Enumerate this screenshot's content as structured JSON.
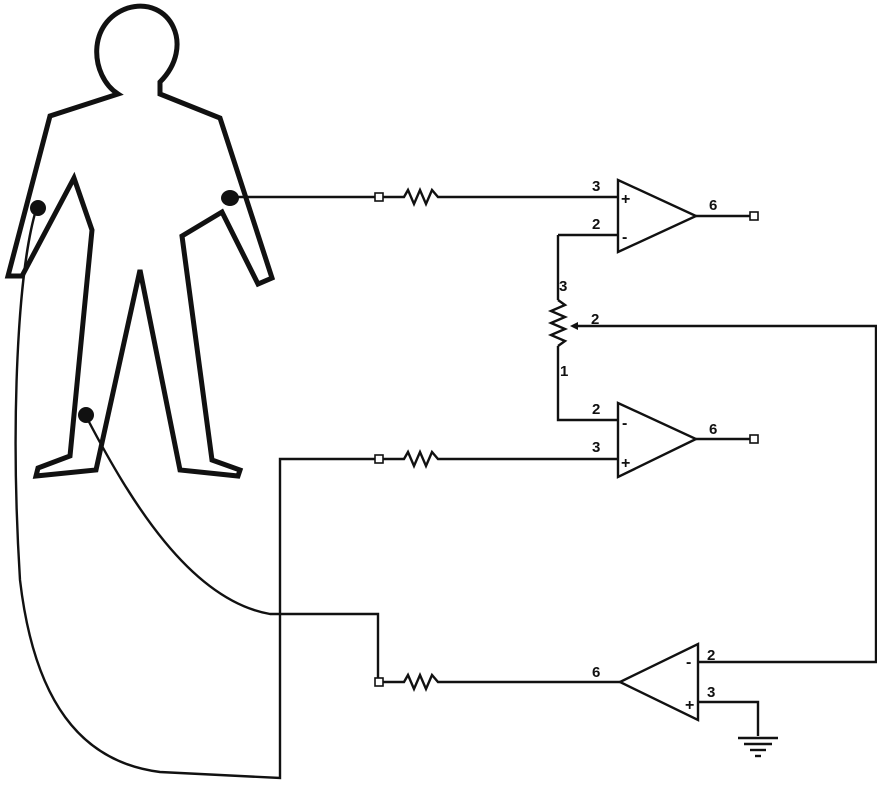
{
  "diagram": {
    "colors": {
      "ink": "#111111",
      "background": "#ffffff"
    },
    "body_electrodes": [
      {
        "name": "right-arm-electrode"
      },
      {
        "name": "left-arm-electrode"
      },
      {
        "name": "right-leg-electrode"
      }
    ],
    "opamps": [
      {
        "name": "opamp-upper",
        "pins": {
          "non_inverting": "3",
          "inverting": "2",
          "output": "6"
        },
        "signs": {
          "plus": "+",
          "minus": "-"
        }
      },
      {
        "name": "opamp-middle",
        "pins": {
          "inverting": "2",
          "non_inverting": "3",
          "output": "6"
        },
        "signs": {
          "plus": "+",
          "minus": "-"
        }
      },
      {
        "name": "opamp-driven-leg",
        "pins": {
          "inverting": "2",
          "non_inverting": "3",
          "output": "6"
        },
        "signs": {
          "plus": "+",
          "minus": "-"
        }
      }
    ],
    "potentiometer": {
      "pins": {
        "top": "3",
        "wiper": "2",
        "bottom": "1"
      }
    },
    "resistors": [
      "resistor-upper",
      "resistor-middle",
      "resistor-lower"
    ],
    "ground_icon": "ground-icon"
  }
}
